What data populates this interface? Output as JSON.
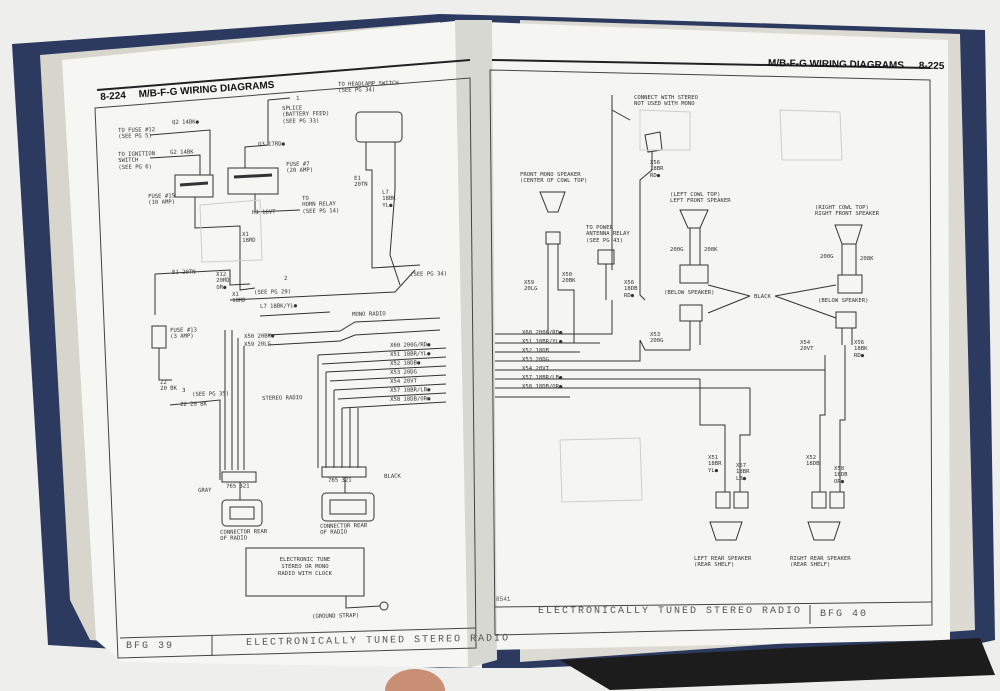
{
  "header_left": {
    "page_no": "8-224",
    "title": "M/B-F-G WIRING DIAGRAMS"
  },
  "header_right": {
    "title": "M/B-F-G WIRING DIAGRAMS",
    "page_no": "8-225"
  },
  "footer_left": {
    "code": "BFG 39",
    "title": "ELECTRONICALLY TUNED STEREO RADIO"
  },
  "footer_right": {
    "code": "BFG 40",
    "title": "ELECTRONICALLY TUNED STEREO RADIO",
    "small": "8541"
  },
  "left_labels": [
    {
      "id": "to-headlamp-switch",
      "text": "TO HEADLAMP SWITCH\n(SEE PG 34)"
    },
    {
      "id": "to-fuse-12",
      "text": "TO FUSE #12\n(SEE PG 5)"
    },
    {
      "id": "to-ignition",
      "text": "TO IGNITION\nSWITCH\n(SEE PG 6)"
    },
    {
      "id": "q2-14bk",
      "text": "Q2 14BK●"
    },
    {
      "id": "g2-14bk",
      "text": "G2 14BK"
    },
    {
      "id": "splice-text",
      "text": "SPLICE\n(BATTERY FEED)\n(SEE PG 33)"
    },
    {
      "id": "q3-17rd",
      "text": "Q3 17RD●"
    },
    {
      "id": "fuse-7",
      "text": "FUSE #7\n(20 AMP)"
    },
    {
      "id": "fuse-15",
      "text": "FUSE #15\n(10 AMP)"
    },
    {
      "id": "to-horn-relay",
      "text": "TO\nHORN RELAY\n(SEE PG 14)"
    },
    {
      "id": "h1-16vt",
      "text": "H1 16VT"
    },
    {
      "id": "e1-20tn",
      "text": "E1\n20TN"
    },
    {
      "id": "l7-18bk",
      "text": "L7\n18BK\nYL●"
    },
    {
      "id": "x1-18rd",
      "text": "X1\n18RD"
    },
    {
      "id": "e1-20tn-h",
      "text": "E1 20TN"
    },
    {
      "id": "x12-20rd",
      "text": "X12\n20RD\nOR●"
    },
    {
      "id": "x1-18rd-2",
      "text": "X1\n18RD"
    },
    {
      "id": "see-pg-29",
      "text": "(SEE PG 29)"
    },
    {
      "id": "see-pg-34",
      "text": "(SEE PG 34)"
    },
    {
      "id": "l7-18bk-yl",
      "text": "L7 18BK/YL●"
    },
    {
      "id": "mono-radio",
      "text": "MONO RADIO"
    },
    {
      "id": "fuse-13",
      "text": "FUSE #13\n(3 AMP)"
    },
    {
      "id": "x50-20bk",
      "text": "X50 20BK●"
    },
    {
      "id": "x59-20lg",
      "text": "X59 20LG"
    },
    {
      "id": "x60-200g",
      "text": "X60 200G/RD●"
    },
    {
      "id": "x51-18br",
      "text": "X51 18BR/YL●"
    },
    {
      "id": "x52-18db",
      "text": "X52 18DB●"
    },
    {
      "id": "x53-20dg",
      "text": "X53 20DG"
    },
    {
      "id": "x54-20vt",
      "text": "X54 20VT"
    },
    {
      "id": "x57-18br",
      "text": "X57 18BR/LB●"
    },
    {
      "id": "x58-18db",
      "text": "X58 18DB/OR●"
    },
    {
      "id": "stereo-radio",
      "text": "STEREO RADIO"
    },
    {
      "id": "z2-20bk",
      "text": "Z2\n20 BK"
    },
    {
      "id": "z2-20bk-2",
      "text": "Z2 20 BK"
    },
    {
      "id": "see-pg-35",
      "text": "(SEE PG 35)"
    },
    {
      "id": "gray",
      "text": "GRAY"
    },
    {
      "id": "black",
      "text": "BLACK"
    },
    {
      "id": "pins-1",
      "text": "765 321"
    },
    {
      "id": "pins-2",
      "text": "765 321"
    },
    {
      "id": "conn-rear-1",
      "text": "CONNECTOR REAR\nOF RADIO"
    },
    {
      "id": "conn-rear-2",
      "text": "CONNECTOR REAR\nOF RADIO"
    },
    {
      "id": "ground-strap",
      "text": "(GROUND STRAP)"
    },
    {
      "id": "num-1",
      "text": "1"
    },
    {
      "id": "num-2",
      "text": "2"
    },
    {
      "id": "num-3",
      "text": "3"
    }
  ],
  "radio_box": {
    "text": "ELECTRONIC TUNE\nSTEREO OR MONO\nRADIO WITH CLOCK"
  },
  "right_labels": [
    {
      "id": "connect-stereo",
      "text": "CONNECT WITH STEREO\nNOT USED WITH MONO"
    },
    {
      "id": "front-mono",
      "text": "FRONT MONO SPEAKER\n(CENTER OF COWL TOP)"
    },
    {
      "id": "x56-18br",
      "text": "X56\n18BR\nRD●"
    },
    {
      "id": "left-cowl",
      "text": "(LEFT COWL TOP)\nLEFT FRONT SPEAKER"
    },
    {
      "id": "right-cowl",
      "text": "(RIGHT COWL TOP)\nRIGHT FRONT SPEAKER"
    },
    {
      "id": "to-power-antenna",
      "text": "TO POWER\nANTENNA RELAY\n(SEE PG 43)"
    },
    {
      "id": "l-200g",
      "text": "200G"
    },
    {
      "id": "l-208k",
      "text": "208K"
    },
    {
      "id": "r-200g",
      "text": "200G"
    },
    {
      "id": "r-208k",
      "text": "208K"
    },
    {
      "id": "x59-20lg",
      "text": "X59\n20LG"
    },
    {
      "id": "x50-20bk",
      "text": "X50\n20BK"
    },
    {
      "id": "x56-18db",
      "text": "X56\n18DB\nRD●"
    },
    {
      "id": "below-spk-1",
      "text": "(BELOW SPEAKER)"
    },
    {
      "id": "below-spk-2",
      "text": "(BELOW SPEAKER)"
    },
    {
      "id": "black-r",
      "text": "BLACK"
    },
    {
      "id": "x53-200g",
      "text": "X53\n200G"
    },
    {
      "id": "x54-20vt",
      "text": "X54\n20VT"
    },
    {
      "id": "x56-18bk",
      "text": "X56\n18BK\nRD●"
    },
    {
      "id": "rx60",
      "text": "X60 200G/RD●"
    },
    {
      "id": "rx51",
      "text": "X51 18BR/YL●"
    },
    {
      "id": "rx52",
      "text": "X52 18DB"
    },
    {
      "id": "rx53",
      "text": "X53 20DG"
    },
    {
      "id": "rx54",
      "text": "X54 20VT"
    },
    {
      "id": "rx57",
      "text": "X57 18BR/LB●"
    },
    {
      "id": "rx58",
      "text": "X58 18DB/OR●"
    },
    {
      "id": "x51-18br-r",
      "text": "X51\n18BR\nYL●"
    },
    {
      "id": "x57-18br-r",
      "text": "X57\n18BR\nLB●"
    },
    {
      "id": "x52-18db-r",
      "text": "X52\n18DB"
    },
    {
      "id": "x58-18db-r",
      "text": "X58\n18DB\nOR●"
    },
    {
      "id": "left-rear",
      "text": "LEFT REAR SPEAKER\n(REAR SHELF)"
    },
    {
      "id": "right-rear",
      "text": "RIGHT REAR SPEAKER\n(REAR SHELF)"
    }
  ],
  "colors": {
    "page": "#f6f6f2",
    "ink": "#2b2b2b",
    "binder": "#2b3a5e",
    "background": "#eeeeec"
  }
}
